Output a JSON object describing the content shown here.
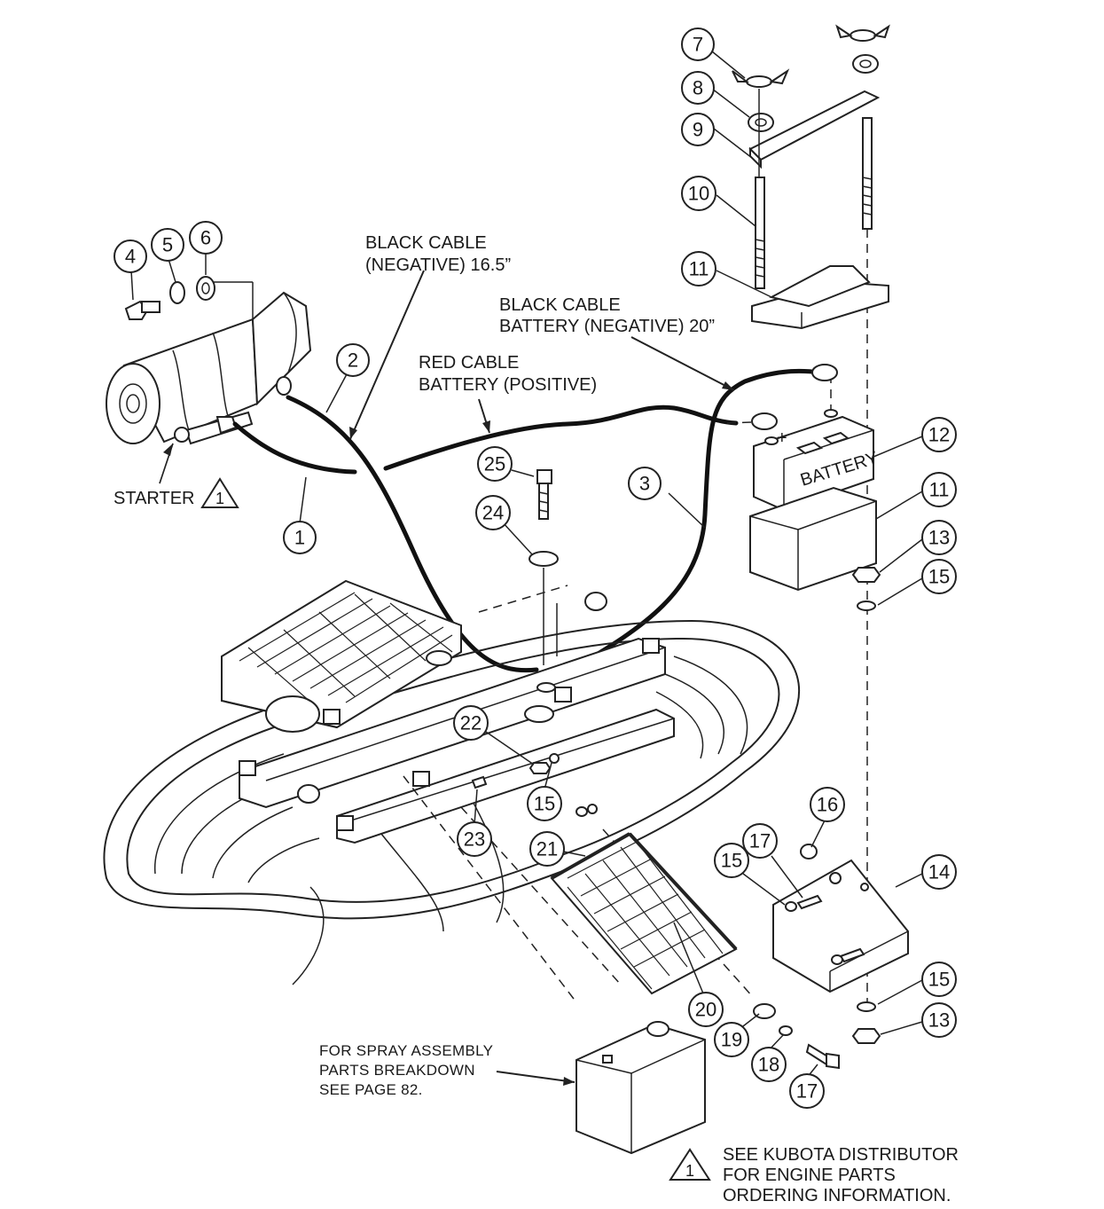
{
  "labels": {
    "black_cable_neg_1": "BLACK CABLE",
    "black_cable_neg_2": "(NEGATIVE) 16.5”",
    "black_cable_batt_1": "BLACK CABLE",
    "black_cable_batt_2": "BATTERY (NEGATIVE) 20”",
    "red_cable_1": "RED CABLE",
    "red_cable_2": "BATTERY (POSITIVE)",
    "starter": "STARTER",
    "battery": "BATTERY",
    "spray_1": "FOR SPRAY ASSEMBLY",
    "spray_2": "PARTS BREAKDOWN",
    "spray_3": "SEE PAGE 82.",
    "kubota_1": "SEE KUBOTA DISTRIBUTOR",
    "kubota_2": "FOR ENGINE PARTS",
    "kubota_3": "ORDERING INFORMATION.",
    "warning_ref": "1"
  },
  "callouts": {
    "c1": "1",
    "c2": "2",
    "c3": "3",
    "c4": "4",
    "c5": "5",
    "c6": "6",
    "c7": "7",
    "c8": "8",
    "c9": "9",
    "c10": "10",
    "c11a": "11",
    "c11b": "11",
    "c12": "12",
    "c13a": "13",
    "c13b": "13",
    "c14": "14",
    "c15a": "15",
    "c15b": "15",
    "c15c": "15",
    "c15d": "15",
    "c16": "16",
    "c17a": "17",
    "c17b": "17",
    "c18": "18",
    "c19": "19",
    "c20": "20",
    "c21": "21",
    "c22": "22",
    "c23": "23",
    "c24": "24",
    "c25": "25"
  },
  "battery_terminals": {
    "positive": "+",
    "negative": "-"
  }
}
